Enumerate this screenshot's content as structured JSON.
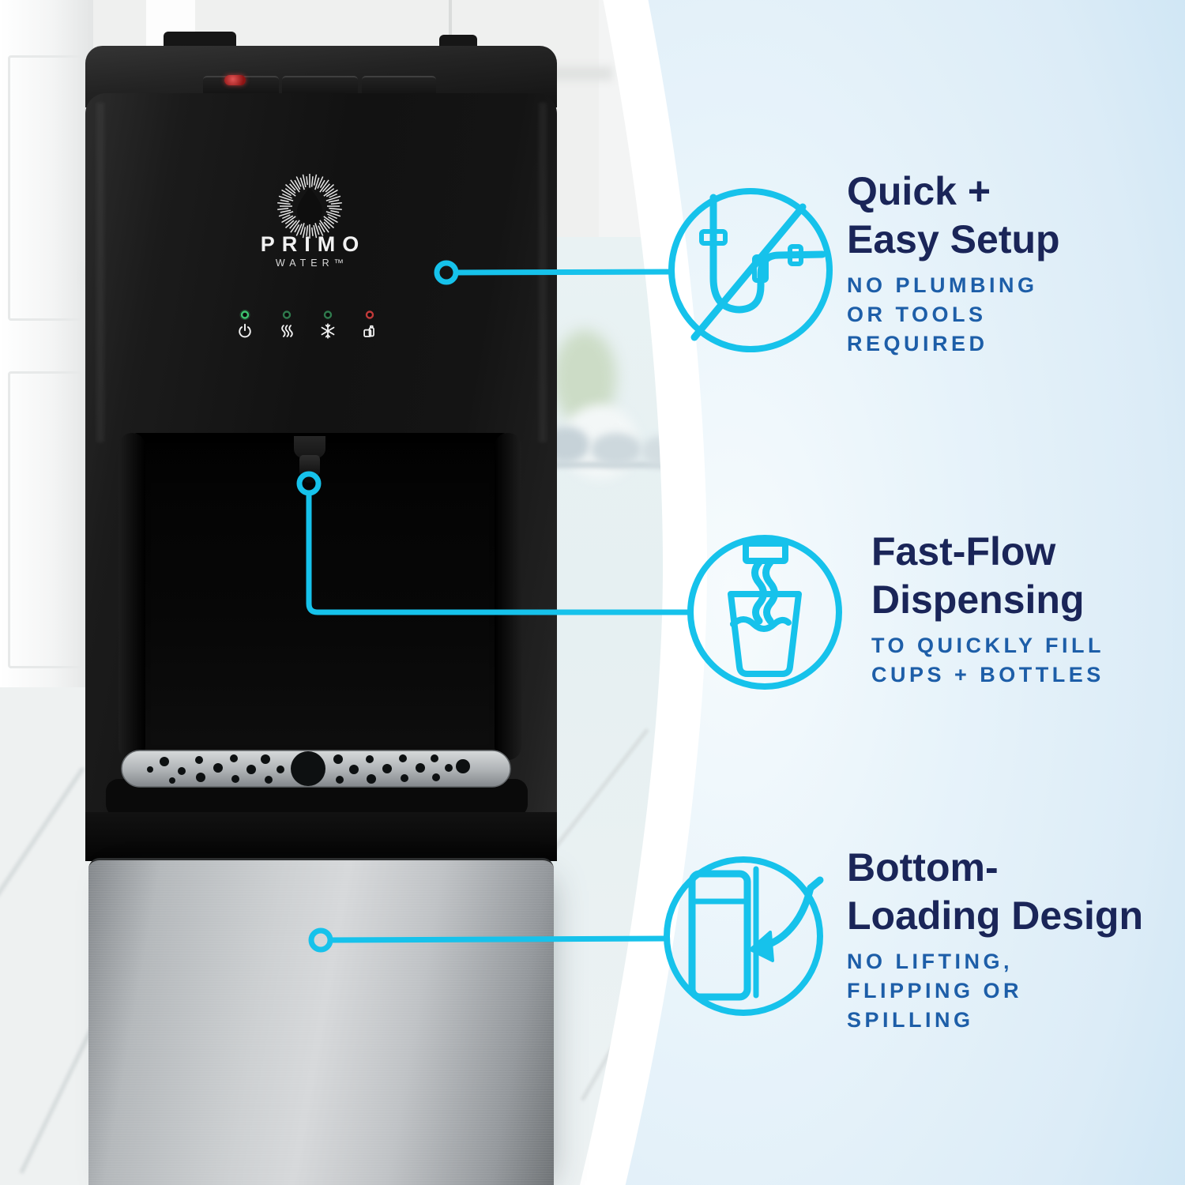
{
  "colors": {
    "accent_cyan": "#16C2EB",
    "title_navy": "#1A2558",
    "subtitle_blue": "#1D5EA8",
    "panel_blue": "#D9ECF7",
    "dispenser_black": "#141414",
    "dispenser_steel": "#BFC2C5"
  },
  "product": {
    "brand": "PRIMO",
    "brand_sub": "WATER™",
    "indicators": [
      {
        "name": "power-indicator",
        "led": "#3ec46f"
      },
      {
        "name": "hot-water-indicator",
        "led": "#2f7a4d"
      },
      {
        "name": "cold-water-indicator",
        "led": "#2f7a4d"
      },
      {
        "name": "bottle-indicator",
        "led": "#c23a3a"
      }
    ]
  },
  "features": [
    {
      "icon": "no-plumbing-icon",
      "title": "Quick +\nEasy Setup",
      "subtitle": "NO PLUMBING\nOR TOOLS\nREQUIRED"
    },
    {
      "icon": "fast-flow-cup-icon",
      "title": "Fast-Flow\nDispensing",
      "subtitle": "TO QUICKLY FILL\nCUPS + BOTTLES"
    },
    {
      "icon": "bottom-loading-icon",
      "title": "Bottom-\nLoading Design",
      "subtitle": "NO LIFTING,\nFLIPPING OR\nSPILLING"
    }
  ]
}
